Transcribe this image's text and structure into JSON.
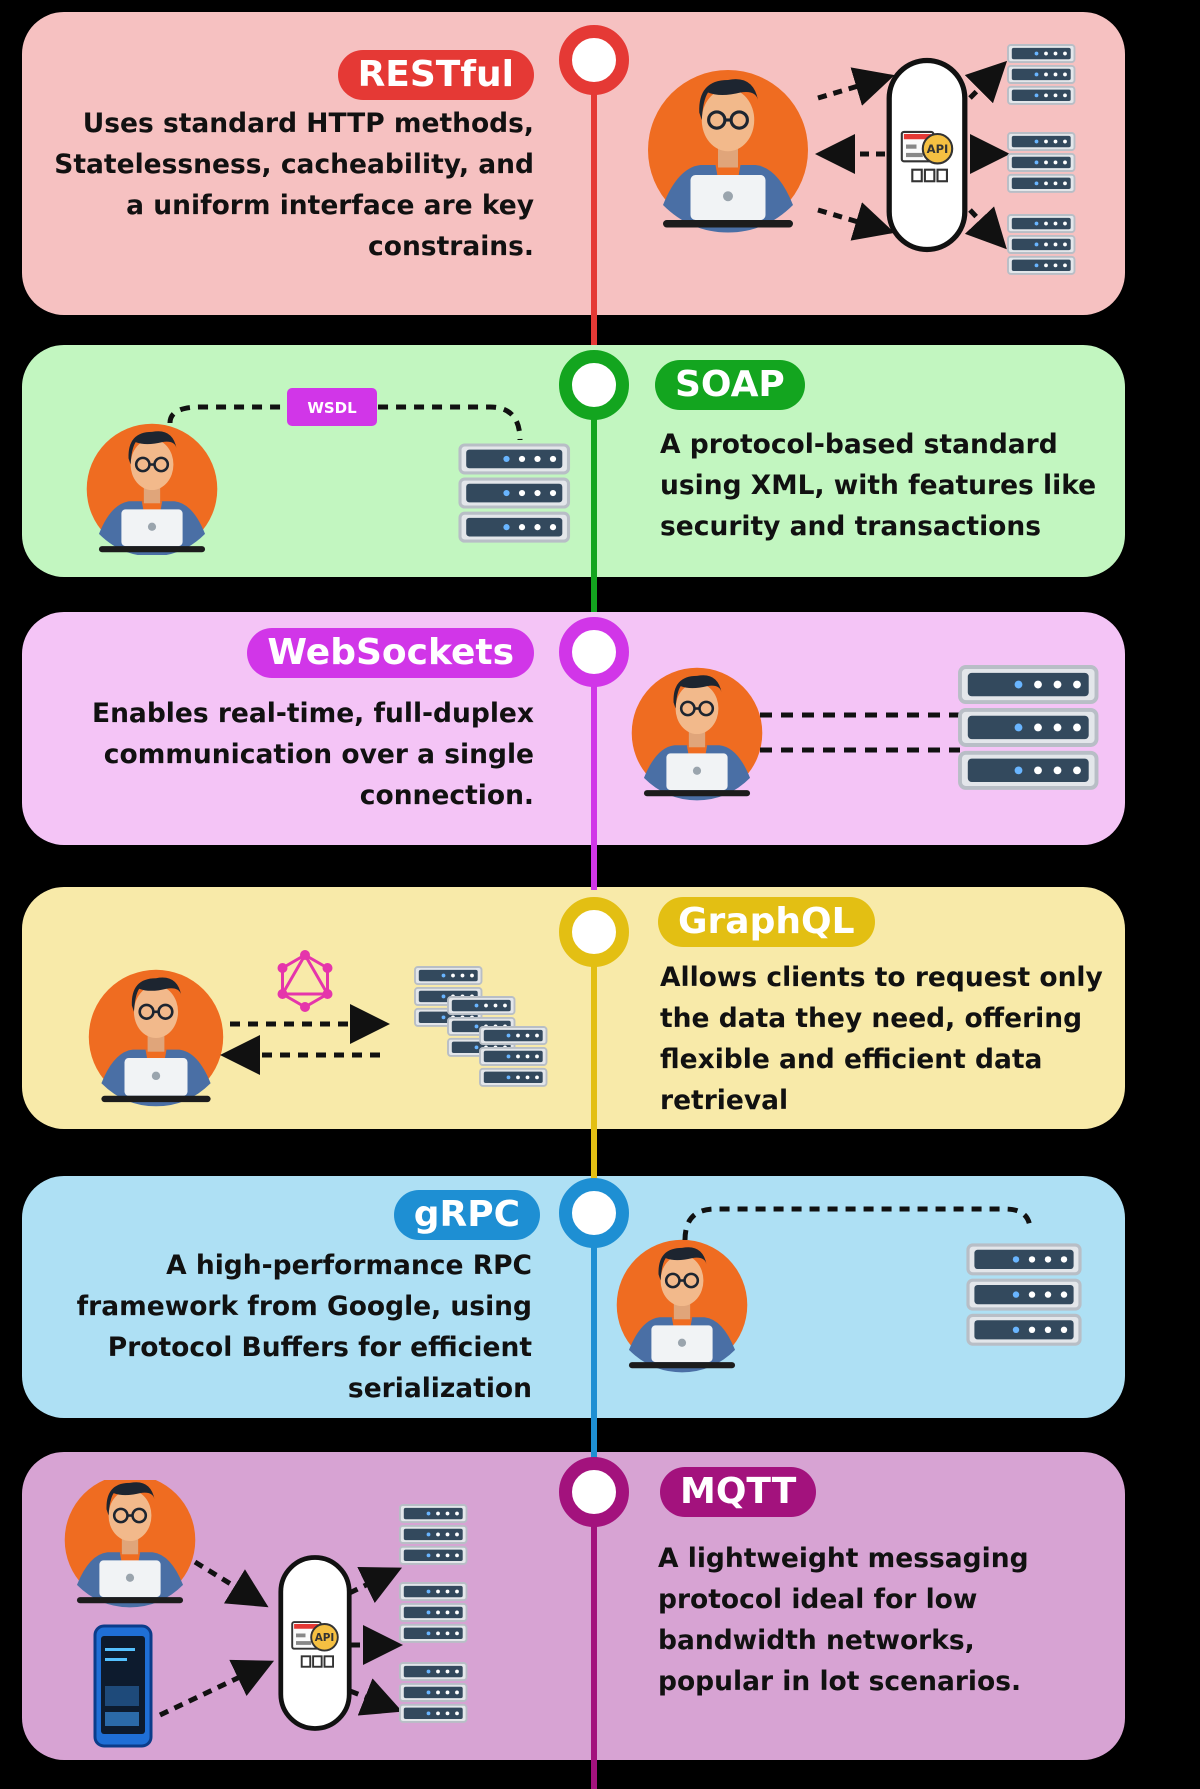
{
  "colors": {
    "background": "#000000",
    "restful": "#e53935",
    "soap": "#13a51f",
    "websockets": "#d136e8",
    "graphql": "#e3bf13",
    "grpc": "#1e8fd3",
    "mqtt": "#a3127d"
  },
  "sections": [
    {
      "id": "restful",
      "title": "RESTful",
      "description": "Uses standard HTTP methods, Statelessness, cacheability, and a uniform interface are key constrains.",
      "card_color": "#f6c1c1",
      "accent": "#e53935",
      "illustration": [
        "developer-avatar",
        "api-gateway-icon",
        "server-icon"
      ]
    },
    {
      "id": "soap",
      "title": "SOAP",
      "description": "A protocol-based standard using XML, with features like security and transactions",
      "card_color": "#c2f6c0",
      "accent": "#13a51f",
      "badge": "WSDL",
      "illustration": [
        "developer-avatar",
        "wsdl-badge",
        "server-icon"
      ]
    },
    {
      "id": "websockets",
      "title": "WebSockets",
      "description": "Enables real-time, full-duplex communication over a single connection.",
      "card_color": "#f4c4f6",
      "accent": "#d136e8",
      "illustration": [
        "developer-avatar",
        "server-icon"
      ]
    },
    {
      "id": "graphql",
      "title": "GraphQL",
      "description": "Allows clients to request only the data they need, offering flexible and efficient data retrieval",
      "card_color": "#f8eaa9",
      "accent": "#e3bf13",
      "illustration": [
        "developer-avatar",
        "graphql-logo-icon",
        "server-icon"
      ]
    },
    {
      "id": "grpc",
      "title": "gRPC",
      "description": "A high-performance RPC framework from Google, using Protocol Buffers for efficient serialization",
      "card_color": "#aee0f4",
      "accent": "#1e8fd3",
      "illustration": [
        "developer-avatar",
        "server-icon"
      ]
    },
    {
      "id": "mqtt",
      "title": "MQTT",
      "description": "A lightweight messaging protocol ideal for low bandwidth networks, popular in lot scenarios.",
      "card_color": "#d7a3d3",
      "accent": "#a3127d",
      "illustration": [
        "developer-avatar",
        "phone-icon",
        "api-gateway-icon",
        "server-icon"
      ]
    }
  ]
}
